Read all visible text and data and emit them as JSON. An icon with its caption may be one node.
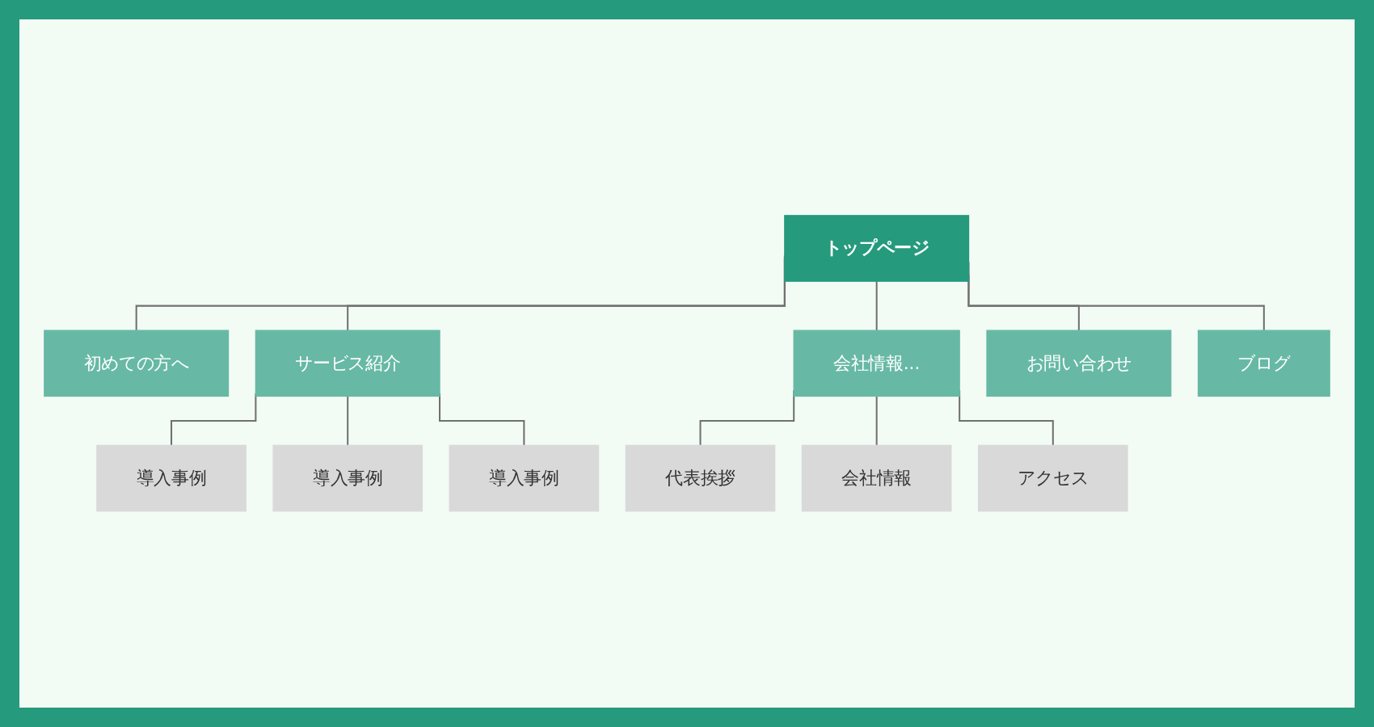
{
  "diagram": {
    "nodes": [
      {
        "text": [
          "トップページ"
        ]
      },
      {
        "text": [
          "初めての方へ"
        ]
      },
      {
        "text": [
          "サービス紹介"
        ]
      },
      {
        "text": [
          "会社情報..."
        ]
      },
      {
        "text": [
          "お問い合わせ"
        ]
      },
      {
        "text": [
          "ブログ"
        ]
      },
      {
        "text": [
          "導入事例"
        ]
      },
      {
        "text": [
          "導入事例"
        ]
      },
      {
        "text": [
          "導入事例"
        ]
      },
      {
        "text": [
          "代表挨拶"
        ]
      },
      {
        "text": [
          "会社情報"
        ]
      },
      {
        "text": [
          "アクセス"
        ]
      }
    ],
    "edges": [
      {
        "from": 0,
        "to": 1,
        "arrow": "none"
      },
      {
        "from": 0,
        "to": 2,
        "arrow": "none"
      },
      {
        "from": 0,
        "to": 3,
        "arrow": "none"
      },
      {
        "from": 0,
        "to": 4,
        "arrow": "none"
      },
      {
        "from": 0,
        "to": 5,
        "arrow": "none"
      },
      {
        "from": 2,
        "to": 6,
        "arrow": "none"
      },
      {
        "from": 2,
        "to": 7,
        "arrow": "none"
      },
      {
        "from": 2,
        "to": 8,
        "arrow": "none"
      },
      {
        "from": 3,
        "to": 9,
        "arrow": "none"
      },
      {
        "from": 3,
        "to": 10,
        "arrow": "none"
      },
      {
        "from": 3,
        "to": 11,
        "arrow": "none"
      }
    ]
  }
}
